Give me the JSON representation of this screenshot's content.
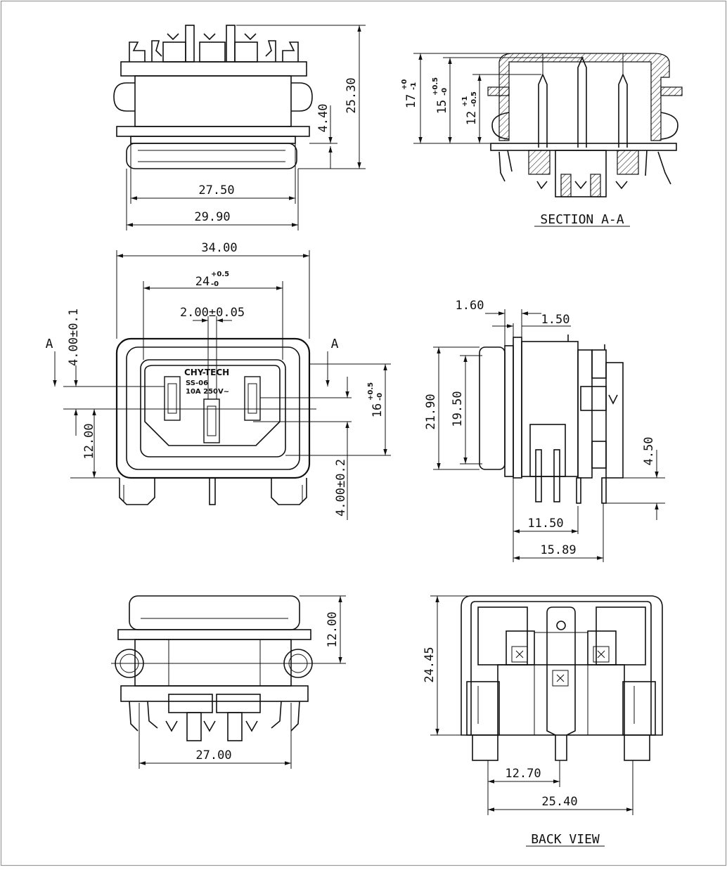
{
  "brand": {
    "name": "CHY-TECH",
    "model": "SS-06",
    "rating": "10A 250V~"
  },
  "section_marks": {
    "left": "A",
    "right": "A"
  },
  "top_view": {
    "dims": {
      "height_total": "25.30",
      "flange": "4.40",
      "inner_width": "27.50",
      "outer_width": "29.90"
    }
  },
  "section_view": {
    "title": "SECTION A-A",
    "dims": {
      "d17": {
        "base": "17",
        "sup": "+0",
        "sub": "-1"
      },
      "d15": {
        "base": "15",
        "sup": "+0.5",
        "sub": "-0"
      },
      "d12": {
        "base": "12",
        "sup": "+1",
        "sub": "-0.5"
      }
    }
  },
  "front_view": {
    "dims": {
      "width": "34.00",
      "opening": {
        "base": "24",
        "sup": "+0.5",
        "sub": "-0"
      },
      "pin_width": "2.00±0.05",
      "top_offset": "4.00±0.1",
      "pin_height": "12.00",
      "depth": {
        "base": "16",
        "sup": "+0.5",
        "sub": "-0"
      },
      "bottom_offset": "4.00±0.2"
    }
  },
  "side_view": {
    "dims": {
      "w160": "1.60",
      "w150": "1.50",
      "h2190": "21.90",
      "h1950": "19.50",
      "h450": "4.50",
      "w1150": "11.50",
      "w1589": "15.89"
    }
  },
  "bottom_view": {
    "dims": {
      "height": "12.00",
      "width": "27.00"
    }
  },
  "back_view": {
    "title": "BACK VIEW",
    "dims": {
      "height": "24.45",
      "pitch": "12.70",
      "width": "25.40"
    }
  }
}
